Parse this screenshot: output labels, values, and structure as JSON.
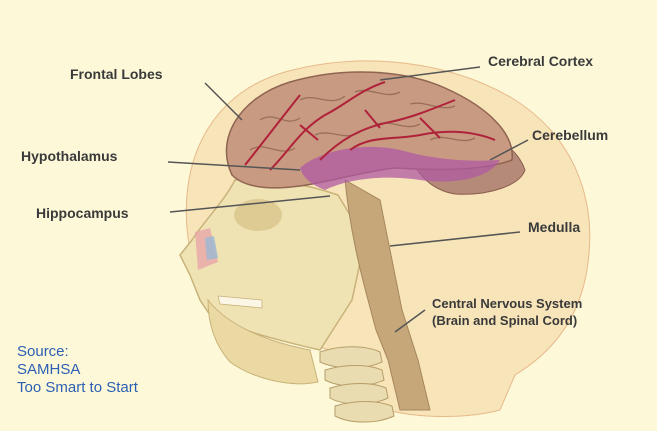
{
  "labels": {
    "frontal_lobes": "Frontal Lobes",
    "cerebral_cortex": "Cerebral Cortex",
    "hypothalamus": "Hypothalamus",
    "cerebellum": "Cerebellum",
    "hippocampus": "Hippocampus",
    "medulla": "Medulla",
    "cns_line1": "Central Nervous System",
    "cns_line2": "(Brain and Spinal Cord)"
  },
  "source": {
    "line1": "Source:",
    "line2": "SAMHSA",
    "line3": "Too Smart to Start"
  },
  "colors": {
    "background": "#fdf9d8",
    "label_text": "#3a3a3a",
    "source_text": "#2c5fb3",
    "brain": "#c89a82",
    "vessels": "#b0223a",
    "bone": "#efe3b4"
  }
}
